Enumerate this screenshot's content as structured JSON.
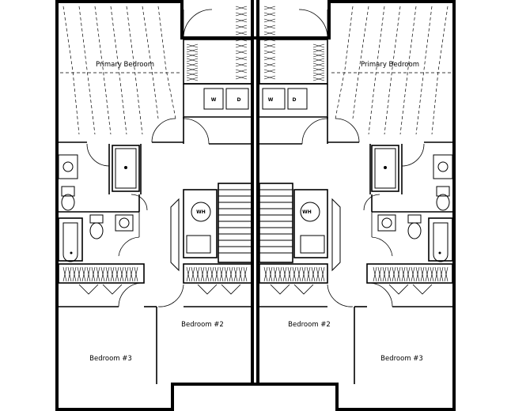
{
  "rooms": {
    "primary_bedroom_left": "Primary Bedroom",
    "primary_bedroom_right": "Primary Bedroom",
    "bedroom2_left": "Bedroom #2",
    "bedroom2_right": "Bedroom #2",
    "bedroom3_left": "Bedroom #3",
    "bedroom3_right": "Bedroom #3"
  },
  "fixtures": {
    "washer_left": "W",
    "dryer_left": "D",
    "washer_right": "W",
    "dryer_right": "D",
    "water_heater_left": "WH",
    "water_heater_right": "WH"
  }
}
